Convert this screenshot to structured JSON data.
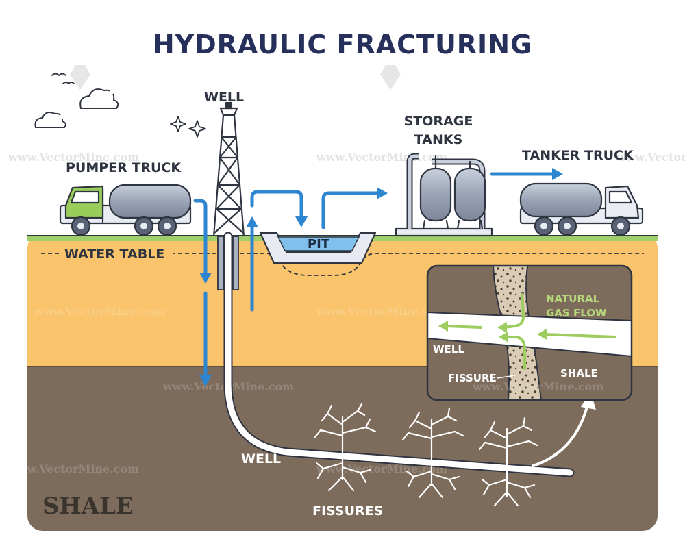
{
  "title": "HYDRAULIC FRACTURING",
  "labels": {
    "well_top": "WELL",
    "pumper_truck": "PUMPER TRUCK",
    "storage_tanks_line1": "STORAGE",
    "storage_tanks_line2": "TANKS",
    "tanker_truck": "TANKER TRUCK",
    "water_table": "WATER TABLE",
    "pit": "PIT",
    "well_horizontal": "WELL",
    "fissures": "FISSURES",
    "shale": "SHALE"
  },
  "inset": {
    "natural_gas_flow_line1": "NATURAL",
    "natural_gas_flow_line2": "GAS FLOW",
    "well": "WELL",
    "fissure": "FISSURE",
    "shale": "SHALE"
  },
  "watermark": "www.VectorMine.com",
  "colors": {
    "title": "#26305a",
    "water_layer": "#f9c46b",
    "shale_layer": "#7d6b5c",
    "grass": "#9fcf6a",
    "flow_arrow": "#2e86d1",
    "gas_flow": "#9ccd5e",
    "truck_cab_pumper": "#9acc5c",
    "tank_body": "#aab3c4"
  },
  "icons": [
    "cloud-icon",
    "bird-icon",
    "sparkle-icon",
    "watermark-pen-icon"
  ]
}
